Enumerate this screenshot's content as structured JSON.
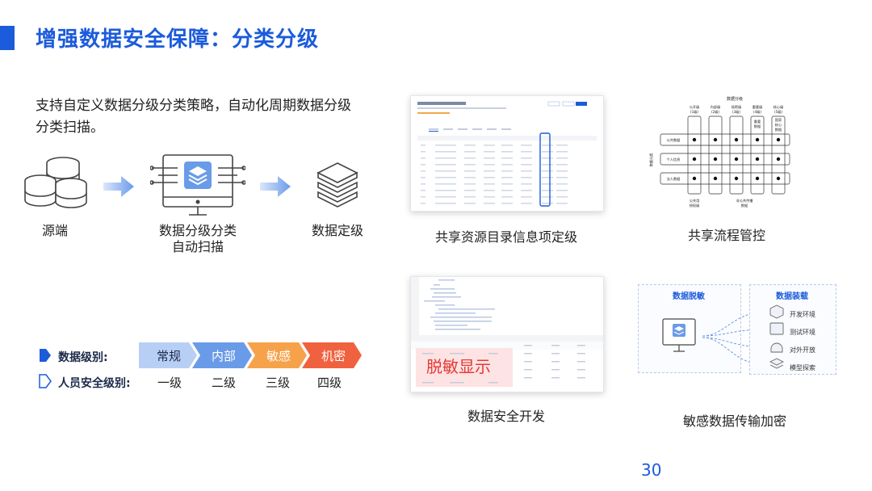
{
  "title": "增强数据安全保障：分类分级",
  "description": "支持自定义数据分级分类策略，自动化周期数据分级分类扫描。",
  "flow": {
    "source_label": "源端",
    "scan_label_line1": "数据分级分类",
    "scan_label_line2": "自动扫描",
    "result_label": "数据定级"
  },
  "legend": {
    "data_level_label": "数据级别:",
    "personnel_level_label": "人员安全级别:",
    "data_levels": [
      "常规",
      "内部",
      "敏感",
      "机密"
    ],
    "data_level_colors": [
      "#b7cff5",
      "#6a9be8",
      "#f6a24a",
      "#f0623f"
    ],
    "personnel_levels": [
      "一级",
      "二级",
      "三级",
      "四级"
    ]
  },
  "cards": {
    "catalog_caption": "共享资源目录信息项定级",
    "process_caption": "共享流程管控",
    "dev_caption": "数据安全开发",
    "transfer_caption": "敏感数据传输加密",
    "desensitize_stamp": "脱敏显示",
    "mask_title": "数据脱敏",
    "load_title": "数据装载",
    "load_items": [
      "开发环境",
      "测试环境",
      "对外开放",
      "模型探索"
    ],
    "matrix_title": "数据分级",
    "matrix_cols": [
      "公开级\n(1级)",
      "内部级\n(2级)",
      "秘密级\n(3级)",
      "重要级\n(4级)",
      "核心级\n(5级)"
    ],
    "matrix_rows": [
      "公共数据",
      "个人信息",
      "法人数据"
    ],
    "matrix_side": "数据分类",
    "matrix_bottom_left": "公共用\n授权级",
    "matrix_bottom_right": "非公共传播\n数据"
  },
  "page_number": "30"
}
